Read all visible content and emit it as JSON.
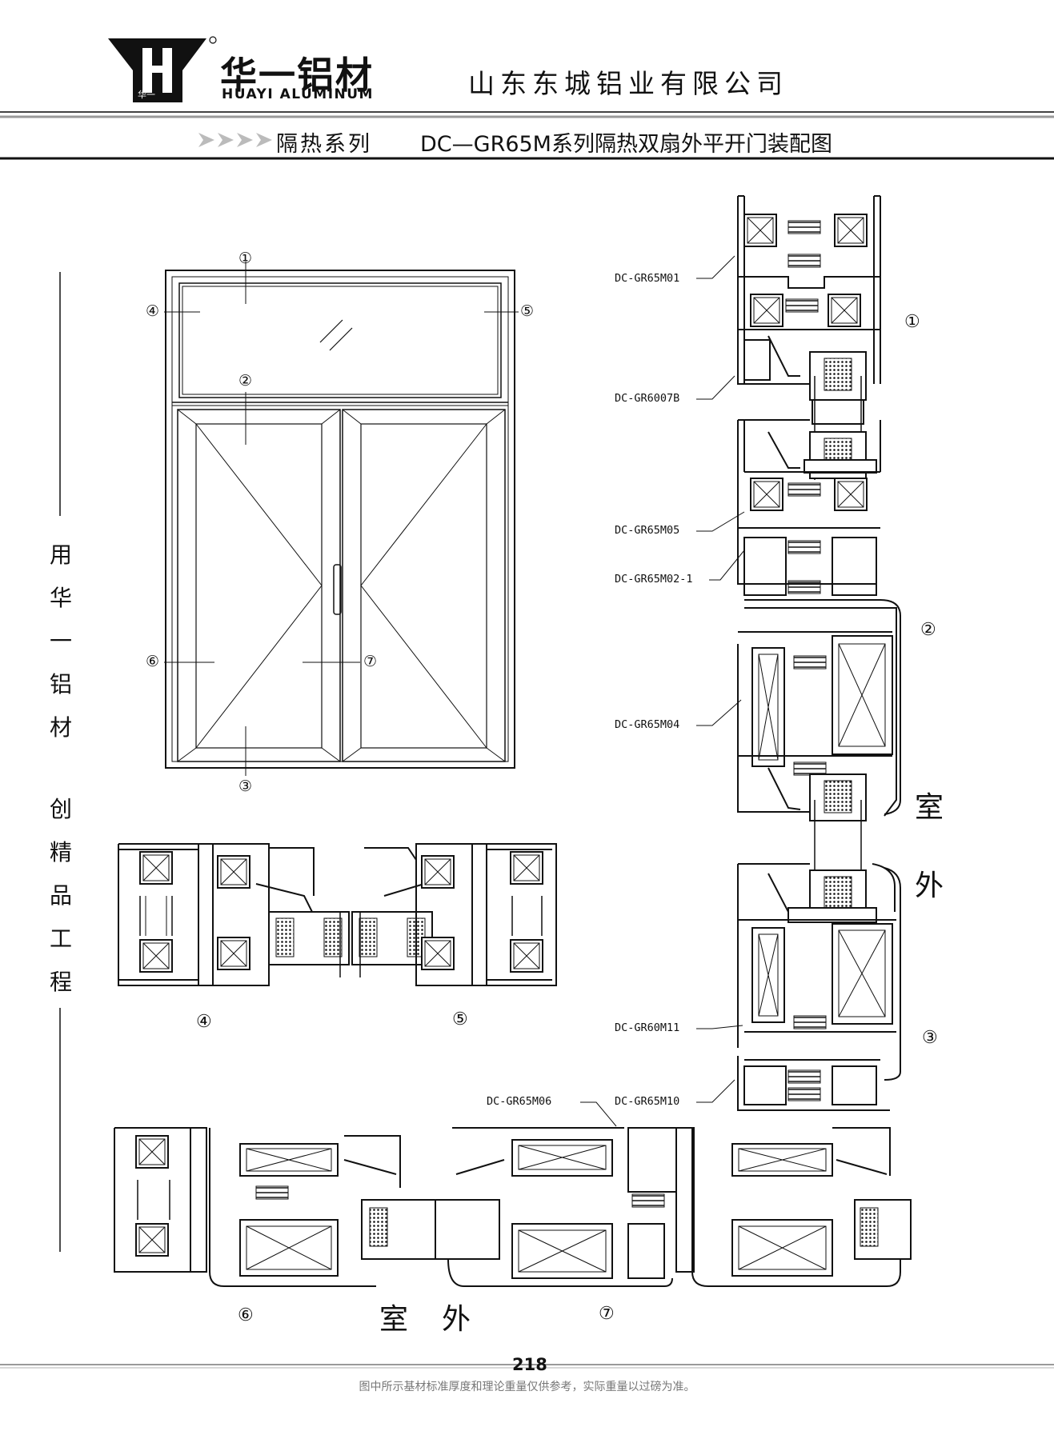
{
  "header": {
    "brand_cn": "华一铝材",
    "brand_en": "HUAYI ALUMINUM",
    "logo_mark": "华一",
    "company": "山东东城铝业有限公司",
    "series": "隔热系列",
    "drawing_title": "DC—GR65M系列隔热双扇外平开门装配图"
  },
  "side_slogan": [
    "用",
    "华",
    "一",
    "铝",
    "材",
    "创",
    "精",
    "品",
    "工",
    "程"
  ],
  "elevation_markers": [
    "①",
    "④",
    "⑤",
    "②",
    "⑥",
    "⑦",
    "③"
  ],
  "profile_labels": [
    "DC-GR65M01",
    "DC-GR6007B",
    "DC-GR65M05",
    "DC-GR65M02-1",
    "DC-GR65M04",
    "DC-GR60M11",
    "DC-GR65M10",
    "DC-GR65M06"
  ],
  "section_numbers": {
    "s1": "①",
    "s2": "②",
    "s3": "③",
    "s4": "④",
    "s5": "⑤",
    "s6": "⑥",
    "s7": "⑦"
  },
  "outside": {
    "shi": "室",
    "wai": "外",
    "bottom_shi": "室",
    "bottom_wai": "外"
  },
  "footer": {
    "page_number": "218",
    "note": "图中所示基材标准厚度和理论重量仅供参考，实际重量以过磅为准。"
  },
  "colors": {
    "line": "#111111",
    "rule": "#333333",
    "grey": "#777777"
  }
}
